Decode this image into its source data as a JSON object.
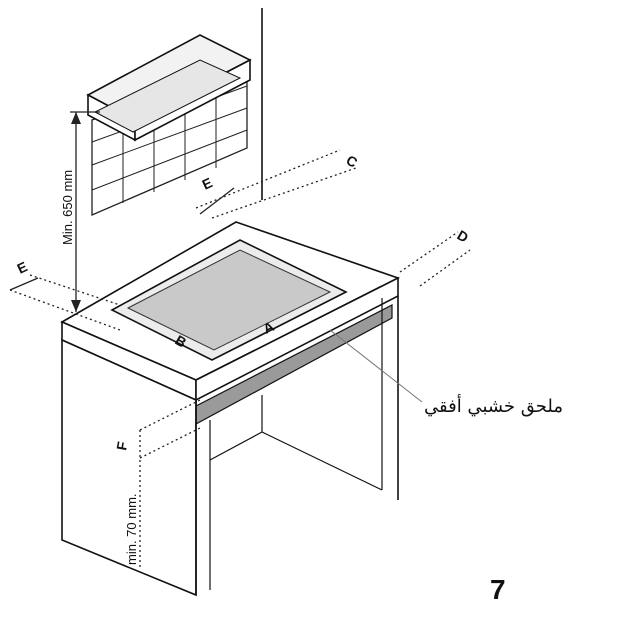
{
  "labels": {
    "a": "A",
    "b": "B",
    "c": "C",
    "d": "D",
    "e": "E",
    "f": "F",
    "min_650": "Min. 650 mm",
    "min_70": "min. 70 mm.",
    "wooden_strip": "ملحق خشبي أفقي"
  },
  "figure_number": "7"
}
